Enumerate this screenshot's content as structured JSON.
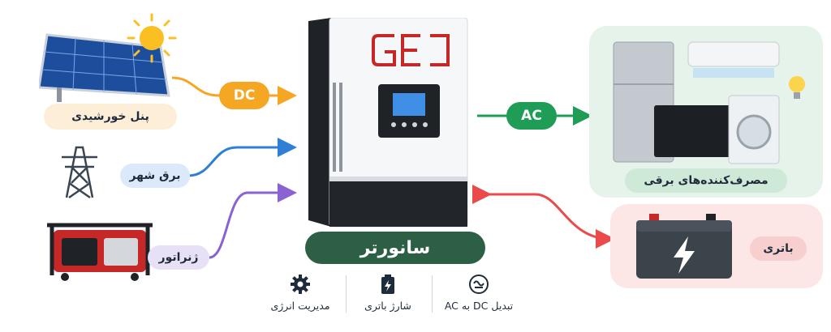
{
  "sources": {
    "solar_label": "پنل خورشیدی",
    "grid_label": "برق شهر",
    "generator_label": "ژنراتور"
  },
  "flow": {
    "dc_tag": "DC",
    "ac_tag": "AC"
  },
  "inverter": {
    "brand": "GEI",
    "title": "سانورتر"
  },
  "loads": {
    "label": "مصرف‌کننده‌های برقی"
  },
  "battery": {
    "label": "باتری"
  },
  "features": [
    {
      "label": "مدیریت انرژی",
      "icon": "gear-icon"
    },
    {
      "label": "شارژ باتری",
      "icon": "battery-charge-icon"
    },
    {
      "label": "تبدیل DC به AC",
      "icon": "conversion-icon"
    }
  ],
  "colors": {
    "dc": "#f5a623",
    "grid": "#2f7fd6",
    "generator": "#8a63d2",
    "ac": "#1f9d57",
    "battery": "#ea4a4a",
    "title_bg": "#2d5f45"
  }
}
